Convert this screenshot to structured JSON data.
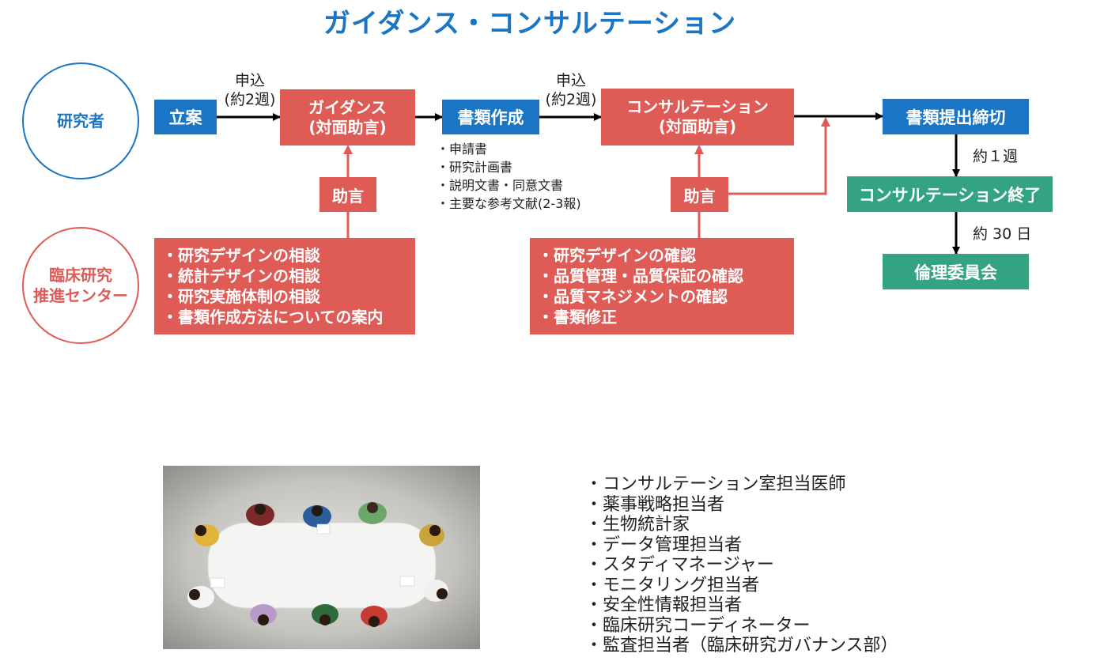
{
  "title": "ガイダンス・コンサルテーション",
  "actors": {
    "researcher": "研究者",
    "center_line1": "臨床研究",
    "center_line2": "推進センター"
  },
  "flow": {
    "rituan": "立案",
    "apply1_line1": "申込",
    "apply1_line2": "(約2週)",
    "guidance_line1": "ガイダンス",
    "guidance_line2": "(対面助言)",
    "docs": "書類作成",
    "apply2_line1": "申込",
    "apply2_line2": "(約2週)",
    "consult_line1": "コンサルテーション",
    "consult_line2": "(対面助言)",
    "deadline": "書類提出締切",
    "week": "約１週",
    "consult_end": "コンサルテーション終了",
    "days30": "約 30 日",
    "ethics": "倫理委員会",
    "advice1": "助言",
    "advice2": "助言"
  },
  "doc_list": [
    "・申請書",
    "・研究計画書",
    "・説明文書・同意文書",
    "・主要な参考文献(2-3報)"
  ],
  "guidance_items": [
    "・研究デザインの相談",
    "・統計デザインの相談",
    "・研究実施体制の相談",
    "・書類作成方法についての案内"
  ],
  "consult_items": [
    "・研究デザインの確認",
    "・品質管理・品質保証の確認",
    "・品質マネジメントの確認",
    "・書類修正"
  ],
  "staff_list": [
    "・コンサルテーション室担当医師",
    "・薬事戦略担当者",
    "・生物統計家",
    "・データ管理担当者",
    "・スタディマネージャー",
    "・モニタリング担当者",
    "・安全性情報担当者",
    "・臨床研究コーディネーター",
    "・監査担当者（臨床研究ガバナンス部）"
  ],
  "colors": {
    "blue": "#1a75c4",
    "red": "#de5b56",
    "green": "#33a382"
  }
}
